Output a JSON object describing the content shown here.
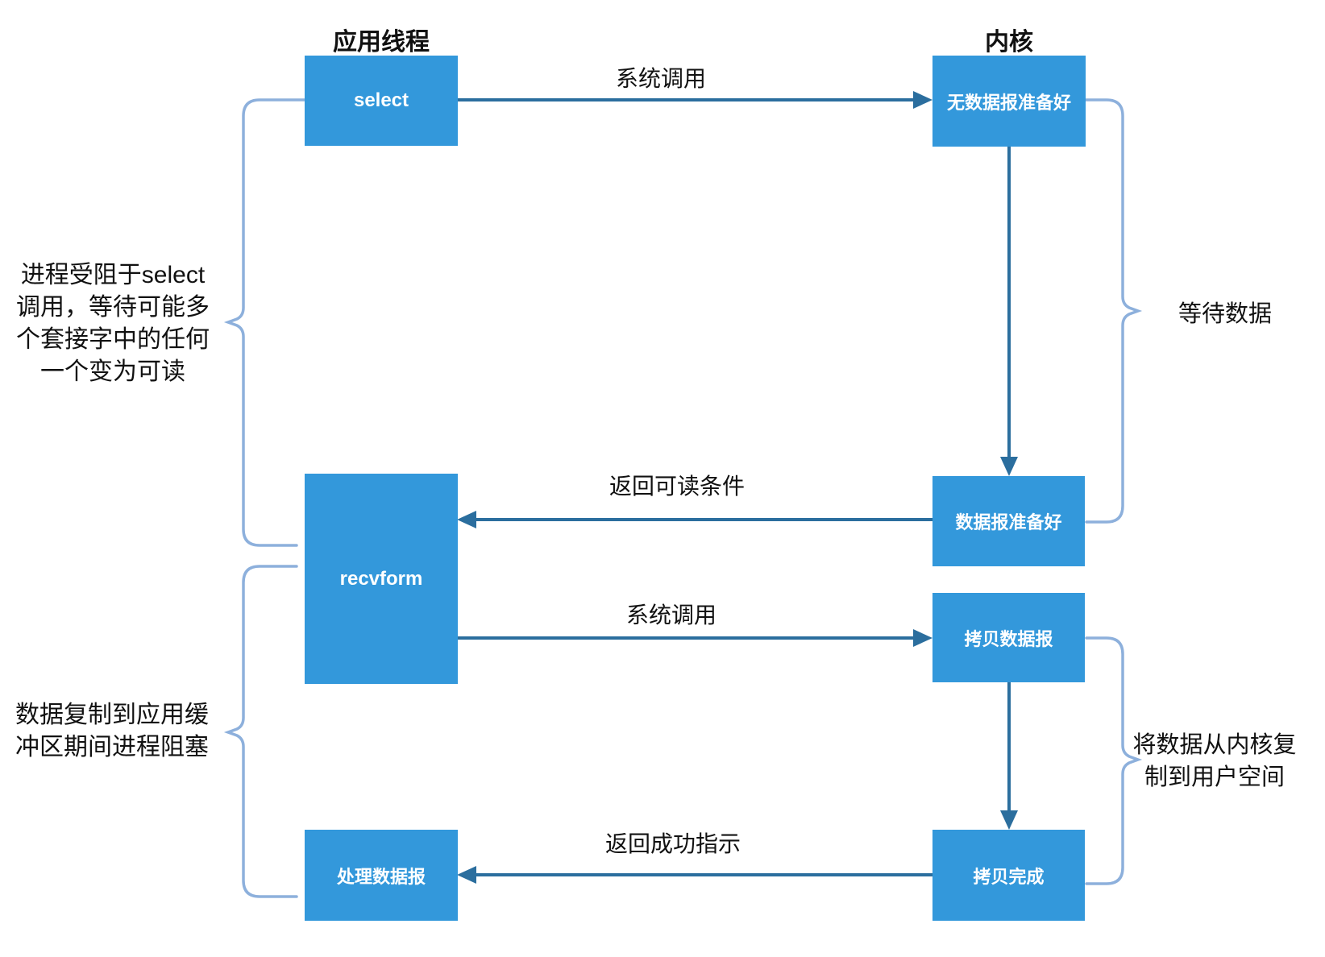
{
  "diagram": {
    "columns": {
      "left_header": "应用线程",
      "right_header": "内核"
    },
    "boxes": {
      "select": "select",
      "no_datagram_ready": "无数据报准备好",
      "recvform": "recvform",
      "datagram_ready": "数据报准备好",
      "copy_datagram": "拷贝数据报",
      "process_datagram": "处理数据报",
      "copy_complete": "拷贝完成"
    },
    "arrows": {
      "syscall_1": "系统调用",
      "return_readable": "返回可读条件",
      "syscall_2": "系统调用",
      "return_success": "返回成功指示"
    },
    "annotations": {
      "left_block_select": "进程受阻于select\n调用，等待可能多\n个套接字中的任何\n一个变为可读",
      "left_block_copy": "数据复制到应用缓\n冲区期间进程阻塞",
      "right_wait_data": "等待数据",
      "right_copy_kernel": "将数据从内核复\n制到用户空间"
    },
    "colors": {
      "box_fill": "#3398DB",
      "arrow": "#2B6E9E",
      "bracket": "#8DB0DC",
      "text": "#111111",
      "box_text": "#FFFFFF"
    }
  }
}
